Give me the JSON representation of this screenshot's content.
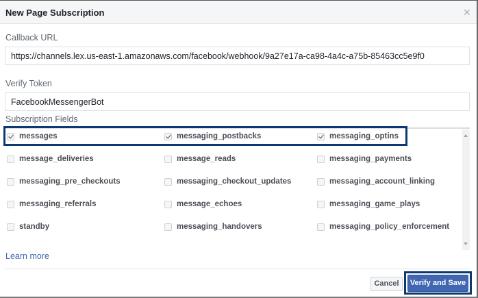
{
  "dialog": {
    "title": "New Page Subscription",
    "close_icon": "close-icon"
  },
  "callback": {
    "label": "Callback URL",
    "value": "https://channels.lex.us-east-1.amazonaws.com/facebook/webhook/9a27e17a-ca98-4a4c-a75b-85463cc5e9f0"
  },
  "token": {
    "label": "Verify Token",
    "value": "FacebookMessengerBot"
  },
  "subscription": {
    "label": "Subscription Fields",
    "fields": [
      {
        "label": "messages",
        "checked": true
      },
      {
        "label": "messaging_postbacks",
        "checked": true
      },
      {
        "label": "messaging_optins",
        "checked": true
      },
      {
        "label": "message_deliveries",
        "checked": false
      },
      {
        "label": "message_reads",
        "checked": false
      },
      {
        "label": "messaging_payments",
        "checked": false
      },
      {
        "label": "messaging_pre_checkouts",
        "checked": false
      },
      {
        "label": "messaging_checkout_updates",
        "checked": false
      },
      {
        "label": "messaging_account_linking",
        "checked": false
      },
      {
        "label": "messaging_referrals",
        "checked": false
      },
      {
        "label": "message_echoes",
        "checked": false
      },
      {
        "label": "messaging_game_plays",
        "checked": false
      },
      {
        "label": "standby",
        "checked": false
      },
      {
        "label": "messaging_handovers",
        "checked": false
      },
      {
        "label": "messaging_policy_enforcement",
        "checked": false
      }
    ]
  },
  "learn_more": "Learn more",
  "footer": {
    "cancel_label": "Cancel",
    "save_label": "Verify and Save"
  },
  "colors": {
    "accent": "#4267b2",
    "highlight_border": "#0b3a73",
    "header_bg": "#f5f6f7"
  }
}
